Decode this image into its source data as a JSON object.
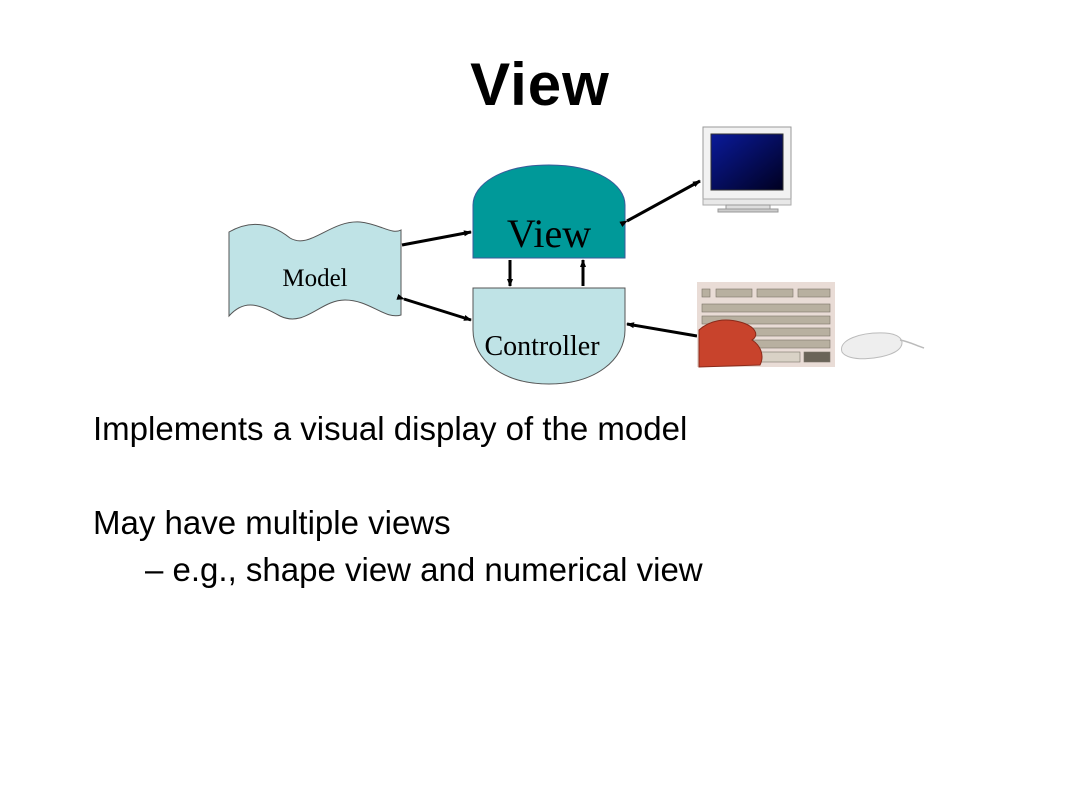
{
  "slide": {
    "title": "View",
    "diagram": {
      "model_label": "Model",
      "view_label": "View",
      "controller_label": "Controller",
      "colors": {
        "view_fill": "#009999",
        "light_fill": "#bfe3e6"
      }
    },
    "bullets": [
      {
        "text": "Implements a visual display of the model"
      },
      {
        "text": "May have multiple views"
      },
      {
        "text": "– e.g., shape view and numerical view"
      }
    ]
  }
}
